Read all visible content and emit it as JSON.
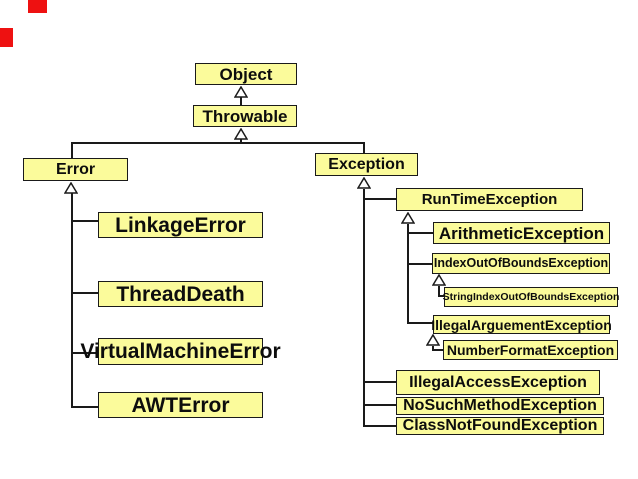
{
  "diagram": {
    "title": "Java Throwable class hierarchy",
    "type": "uml-class-inheritance-tree",
    "nodes": {
      "object": {
        "label": "Object",
        "parent": null
      },
      "throwable": {
        "label": "Throwable",
        "parent": "Object"
      },
      "error": {
        "label": "Error",
        "parent": "Throwable"
      },
      "exception": {
        "label": "Exception",
        "parent": "Throwable"
      },
      "linkage_error": {
        "label": "LinkageError",
        "parent": "Error"
      },
      "thread_death": {
        "label": "ThreadDeath",
        "parent": "Error"
      },
      "virtual_machine_error": {
        "label": "VirtualMachineError",
        "parent": "Error"
      },
      "awt_error": {
        "label": "AWTError",
        "parent": "Error"
      },
      "runtime_exception": {
        "label": "RunTimeException",
        "parent": "Exception"
      },
      "arithmetic_exception": {
        "label": "ArithmeticException",
        "parent": "RunTimeException"
      },
      "index_out_of_bounds_exception": {
        "label": "IndexOutOfBoundsException",
        "parent": "RunTimeException"
      },
      "string_index_out_of_bounds_exception": {
        "label": "StringIndexOutOfBoundsException",
        "parent": "IndexOutOfBoundsException"
      },
      "illegal_arguement_exception": {
        "label": "IllegalArguementException",
        "parent": "RunTimeException"
      },
      "number_format_exception": {
        "label": "NumberFormatException",
        "parent": "IllegalArguementException"
      },
      "illegal_access_exception": {
        "label": "IllegalAccessException",
        "parent": "Exception"
      },
      "no_such_method_exception": {
        "label": "NoSuchMethodException",
        "parent": "Exception"
      },
      "class_not_found_exception": {
        "label": "ClassNotFoundException",
        "parent": "Exception"
      }
    },
    "colors": {
      "box_fill": "#fbfb9b",
      "box_border": "#1a1a1a",
      "connector": "#1a1a1a",
      "text": "#0d0d0d",
      "corner_mark_red": "#ee1111",
      "background": "#ffffff"
    }
  }
}
